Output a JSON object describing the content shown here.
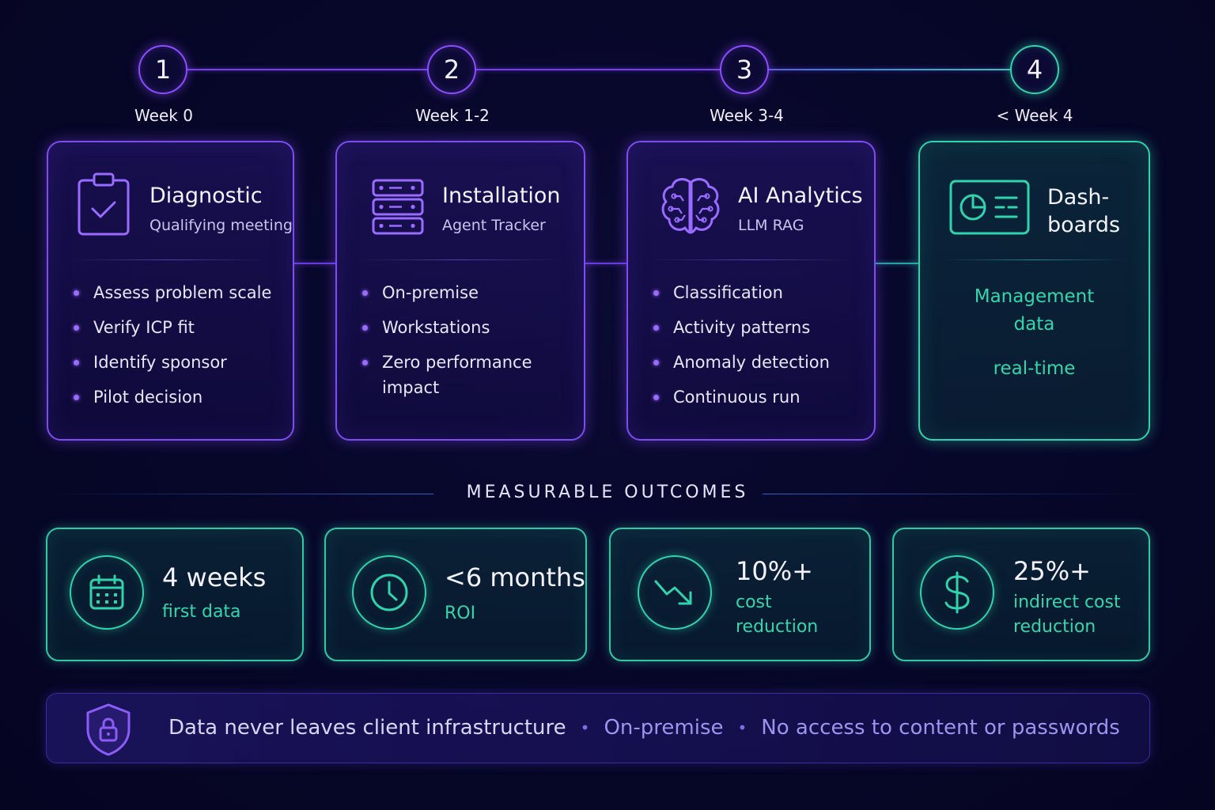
{
  "steps": [
    {
      "number": "1",
      "week": "Week 0"
    },
    {
      "number": "2",
      "week": "Week 1-2"
    },
    {
      "number": "3",
      "week": "Week 3-4"
    },
    {
      "number": "4",
      "week": "< Week 4"
    }
  ],
  "phases": [
    {
      "icon": "clipboard-check-icon",
      "title": "Diagnostic",
      "subtitle": "Qualifying meeting",
      "bullets": [
        "Assess problem scale",
        "Verify ICP fit",
        "Identify sponsor",
        "Pilot decision"
      ]
    },
    {
      "icon": "server-icon",
      "title": "Installation",
      "subtitle": "Agent Tracker",
      "bullets": [
        "On-premise",
        "Workstations",
        "Zero performance impact"
      ]
    },
    {
      "icon": "brain-circuit-icon",
      "title": "AI Analytics",
      "subtitle": "LLM RAG",
      "bullets": [
        "Classification",
        "Activity patterns",
        "Anomaly detection",
        "Continuous run"
      ]
    },
    {
      "icon": "dashboard-icon",
      "title_line1": "Dash-",
      "title_line2": "boards",
      "text_line1": "Management",
      "text_line2": "data",
      "text_line3": "real-time"
    }
  ],
  "outcomes": {
    "title": "MEASURABLE OUTCOMES",
    "items": [
      {
        "icon": "calendar-icon",
        "value": "4 weeks",
        "label_line1": "first data"
      },
      {
        "icon": "clock-icon",
        "value": "<6 months",
        "label_line1": "ROI"
      },
      {
        "icon": "trend-down-icon",
        "value": "10%+",
        "label_line1": "cost",
        "label_line2": "reduction"
      },
      {
        "icon": "dollar-icon",
        "value": "25%+",
        "label_line1": "indirect cost",
        "label_line2": "reduction"
      }
    ]
  },
  "footer": {
    "icon": "shield-lock-icon",
    "part1": "Data never leaves client infrastructure",
    "separator": "•",
    "part2": "On-premise",
    "part3": "No access to content or passwords"
  },
  "colors": {
    "purple": "#7e4cf0",
    "teal": "#2fd3ad",
    "background": "#07072a"
  }
}
